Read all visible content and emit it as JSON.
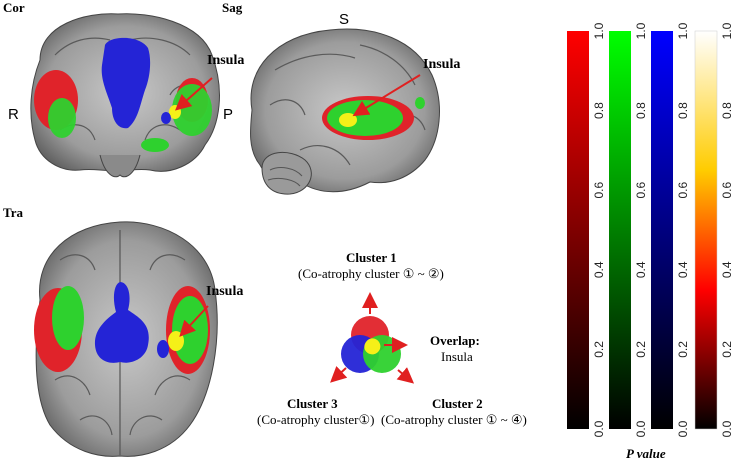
{
  "panels": {
    "cor": {
      "title": "Cor",
      "left": "R",
      "right": "P",
      "label": "Insula"
    },
    "sag": {
      "title": "Sag",
      "top": "S",
      "label": "Insula"
    },
    "tra": {
      "title": "Tra",
      "label": "Insula"
    }
  },
  "venn": {
    "cluster1": {
      "title": "Cluster 1",
      "desc": "(Co-atrophy cluster ① ~ ②)"
    },
    "cluster2": {
      "title": "Cluster 2",
      "desc": "(Co-atrophy cluster ① ~ ④)"
    },
    "cluster3": {
      "title": "Cluster 3",
      "desc": "(Co-atrophy cluster①)"
    },
    "overlap": {
      "title": "Overlap:",
      "desc": "Insula"
    }
  },
  "colorbars": {
    "ticks": [
      "0.0",
      "0.2",
      "0.4",
      "0.6",
      "0.8",
      "1.0"
    ],
    "caption": "P value",
    "colors": {
      "red": "#e41a1a",
      "green": "#19e619",
      "blue": "#1e1ee6",
      "hot_top": "#ffffff"
    }
  },
  "colors": {
    "red": "#e0232a",
    "green": "#2ed12e",
    "blue": "#2424d6",
    "yellow": "#f5f018",
    "brain_gray": "#a9a9a9",
    "arrow": "#e02020"
  }
}
